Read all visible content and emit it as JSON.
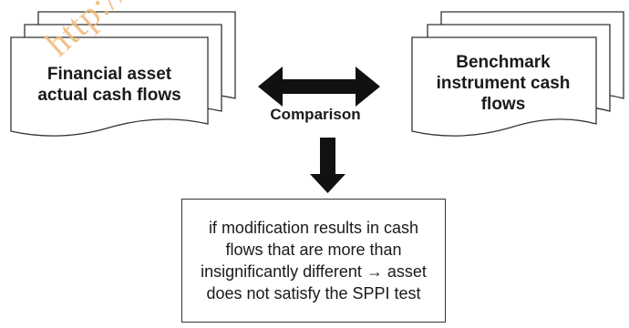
{
  "diagram": {
    "left_document": {
      "label": "Financial asset actual cash flows"
    },
    "right_document": {
      "label": "Benchmark instrument cash flows"
    },
    "comparison_label": "Comparison",
    "conclusion": "if modification results in cash flows that are more than insignificantly different → asset does not satisfy the SPPI test",
    "watermark": "http://",
    "icons": [
      "stacked-document-icon",
      "double-arrow-icon",
      "down-arrow-icon"
    ],
    "colors": {
      "stroke": "#333333",
      "arrow": "#111111",
      "watermark": "#f0b878"
    }
  }
}
